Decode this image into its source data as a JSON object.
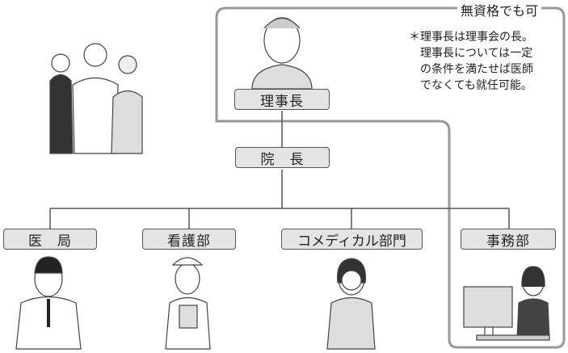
{
  "title_tag": "無資格でも可",
  "note": {
    "mark": "＊",
    "lines": [
      "理事長は理事会の長。",
      "理事長については一定",
      "の条件を満たせば医師",
      "でなくても就任可能。"
    ]
  },
  "nodes": {
    "chairman": "理事長",
    "director": "院　長",
    "medical": "医　局",
    "nursing": "看護部",
    "comedical": "コメディカル部門",
    "admin": "事務部"
  },
  "colors": {
    "box_fill": "#e4e4e4",
    "frame": "#999999",
    "line": "#555555"
  }
}
